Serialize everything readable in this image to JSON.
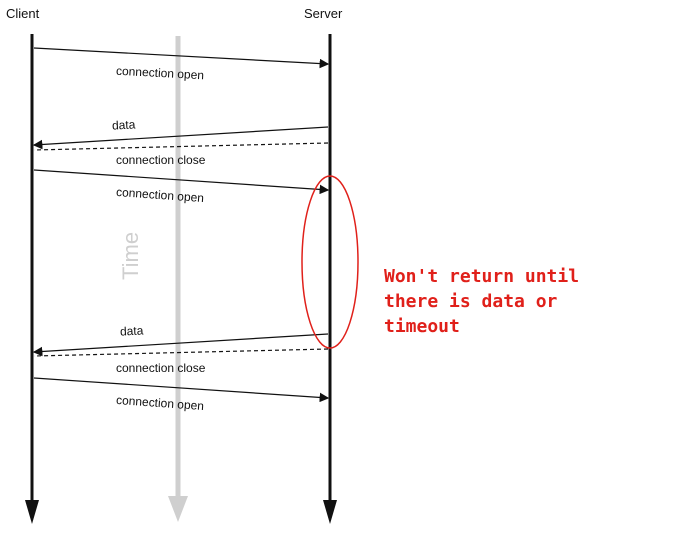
{
  "lanes": {
    "client": "Client",
    "server": "Server"
  },
  "time_axis": {
    "label": "Time"
  },
  "messages": [
    {
      "label": "connection open",
      "direction": "client-to-server",
      "style": "solid"
    },
    {
      "label": "data",
      "direction": "server-to-client",
      "style": "solid"
    },
    {
      "label": "connection close",
      "direction": "server-to-client",
      "style": "dashed"
    },
    {
      "label": "connection open",
      "direction": "client-to-server",
      "style": "solid"
    },
    {
      "label": "data",
      "direction": "server-to-client",
      "style": "solid"
    },
    {
      "label": "connection close",
      "direction": "server-to-client",
      "style": "dashed"
    },
    {
      "label": "connection open",
      "direction": "client-to-server",
      "style": "solid"
    }
  ],
  "annotation": {
    "lines": [
      "Won't return until",
      "there is data or",
      "timeout"
    ],
    "color": "#e0201a"
  }
}
